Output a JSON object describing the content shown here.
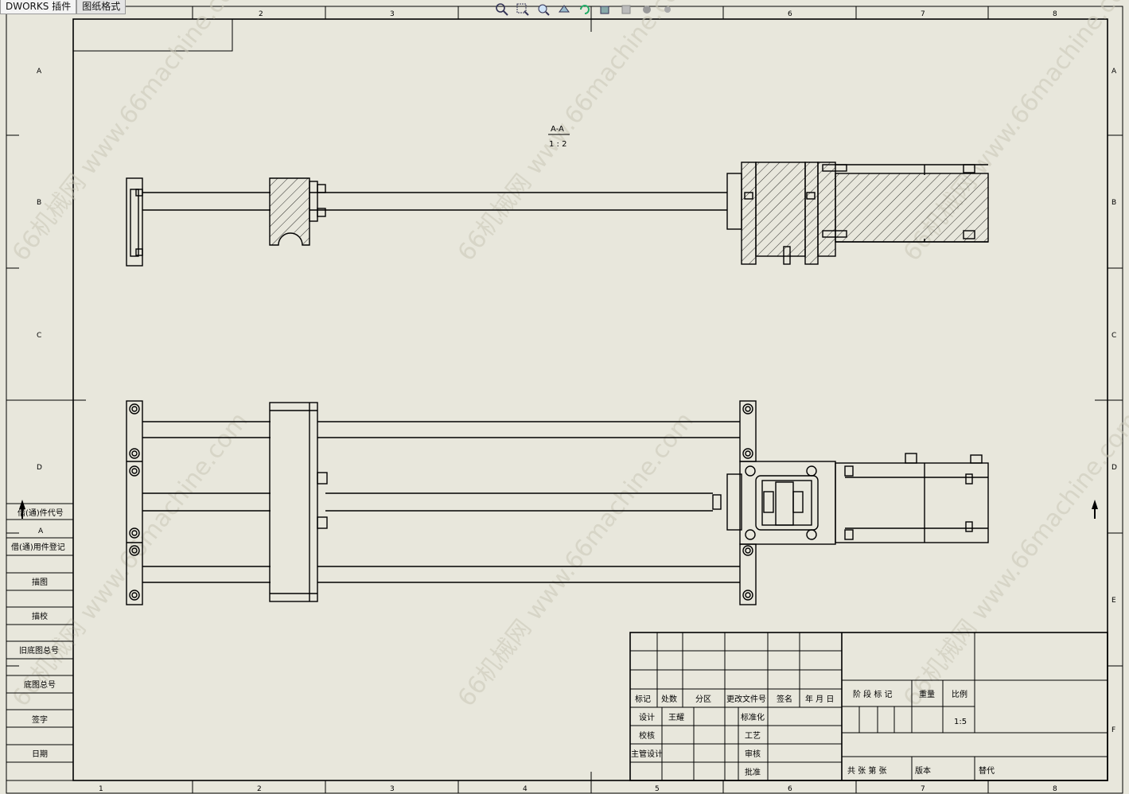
{
  "tabs": [
    {
      "label": "DWORKS 插件"
    },
    {
      "label": "图纸格式"
    }
  ],
  "toolbar": {
    "icons": [
      "zoom-to-fit-icon",
      "zoom-area-icon",
      "zoom-in-out-icon",
      "previous-view-icon",
      "rotate-icon",
      "display-style-icon",
      "hide-show-icon",
      "appearance-icon",
      "scene-icon"
    ]
  },
  "border": {
    "columns": [
      "1",
      "2",
      "3",
      "4",
      "5",
      "6",
      "7",
      "8"
    ],
    "rows": [
      "A",
      "B",
      "C",
      "D",
      "E",
      "F"
    ]
  },
  "section": {
    "label": "A-A",
    "scale": "1 : 2"
  },
  "left_block": {
    "part_code": "借(通)件代号",
    "marker": "A",
    "items": [
      "借(通)用件登记",
      "描图",
      "描校",
      "旧底图总号",
      "底图总号",
      "签字",
      "日期"
    ]
  },
  "title_block": {
    "header_cells": [
      "标记",
      "处数",
      "分区",
      "更改文件号",
      "签名",
      "年 月 日"
    ],
    "design_label": "设计",
    "designer": "王耀",
    "standard_label": "标准化",
    "check_label": "校核",
    "process_label": "工艺",
    "chief_label": "主管设计",
    "review_label": "审核",
    "approve_label": "批准",
    "stage_label": "阶 段 标 记",
    "weight_label": "重量",
    "scale_label": "比例",
    "scale_value": "1:5",
    "sheets_label": "共   张   第   张",
    "version_label": "版本",
    "replace_label": "替代"
  },
  "watermark": "66机械网 www.66machine.com"
}
